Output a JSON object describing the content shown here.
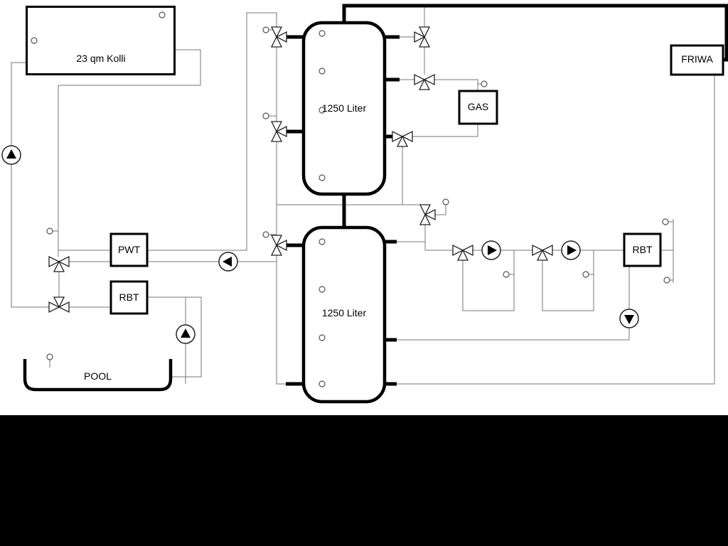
{
  "labels": {
    "collector": "23 qm Kolli",
    "tank1": "1250 Liter",
    "tank2": "1250 Liter",
    "gas": "GAS",
    "friwa": "FRIWA",
    "pwt": "PWT",
    "rbt_left": "RBT",
    "rbt_right": "RBT",
    "pool": "POOL"
  },
  "colors": {
    "background": "#ffffff",
    "line_thin": "#777777",
    "line_thick": "#000000",
    "bottom_bar": "#000000"
  }
}
